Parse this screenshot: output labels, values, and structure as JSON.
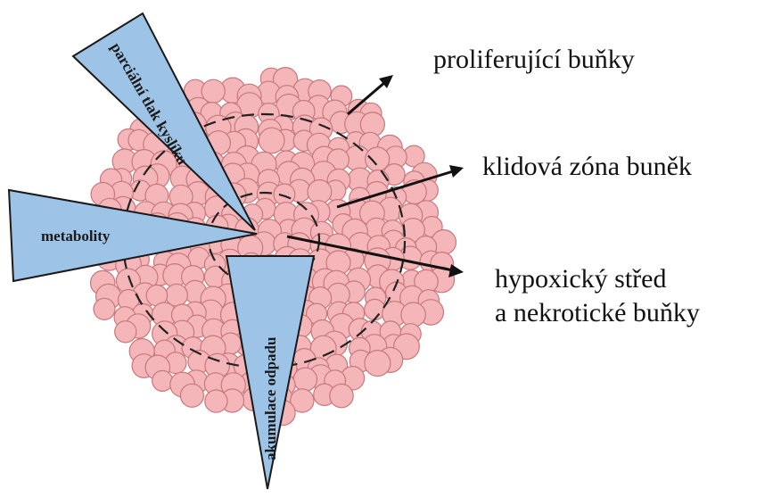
{
  "wedges": {
    "oxygen": "parciální tlak kyslíku",
    "metabolites": "metabolity",
    "waste": "akumulace odpadu"
  },
  "zones": {
    "proliferating": "proliferující buňky",
    "quiescent": "klidová zóna buněk",
    "hypoxic_line1": "hypoxický střed",
    "hypoxic_line2": "a nekrotické buňky"
  },
  "colors": {
    "cell_fill": "#f4b6b8",
    "cell_stroke": "#c8787c",
    "wedge_fill": "#9dc3e6"
  }
}
